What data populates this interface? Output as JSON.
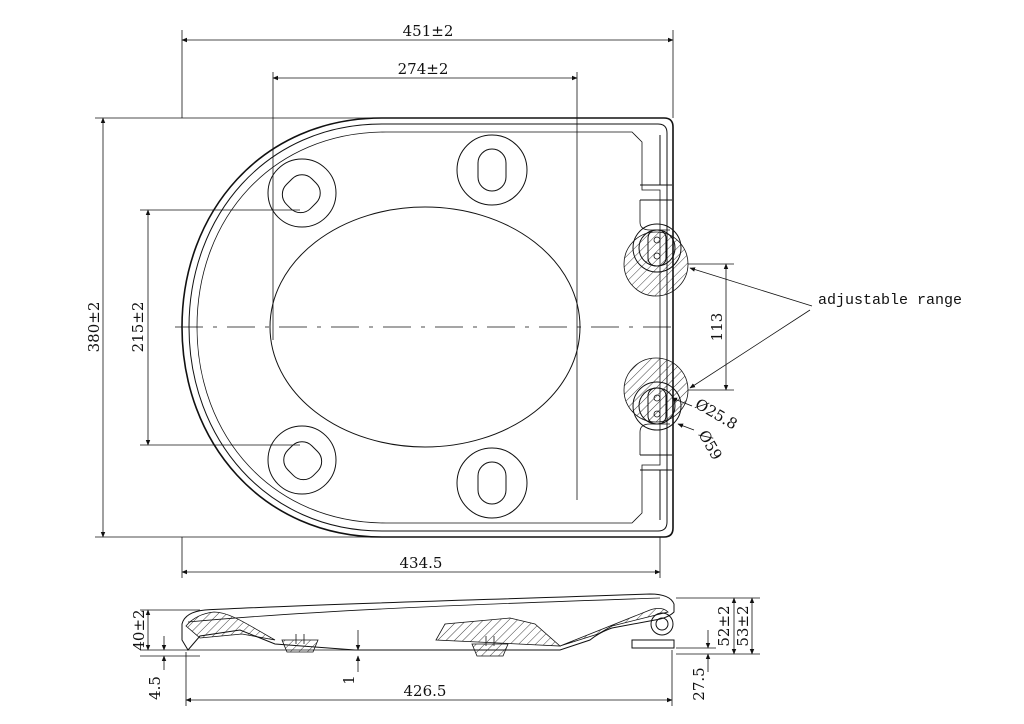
{
  "drawing": {
    "top_view": {
      "overall_width": "451±2",
      "hole_spacing_width": "274±2",
      "overall_length": "380±2",
      "hole_spacing_length": "215±2",
      "bottom_width": "434.5",
      "hinge_distance": "113",
      "diameter_small": "Ø25.8",
      "diameter_large": "Ø59",
      "note": "adjustable range"
    },
    "side_view": {
      "seat_height": "40±2",
      "foot_height": "4.5",
      "gap": "1",
      "length": "426.5",
      "hinge_height": "27.5",
      "height_a": "52±2",
      "height_b": "53±2"
    }
  }
}
